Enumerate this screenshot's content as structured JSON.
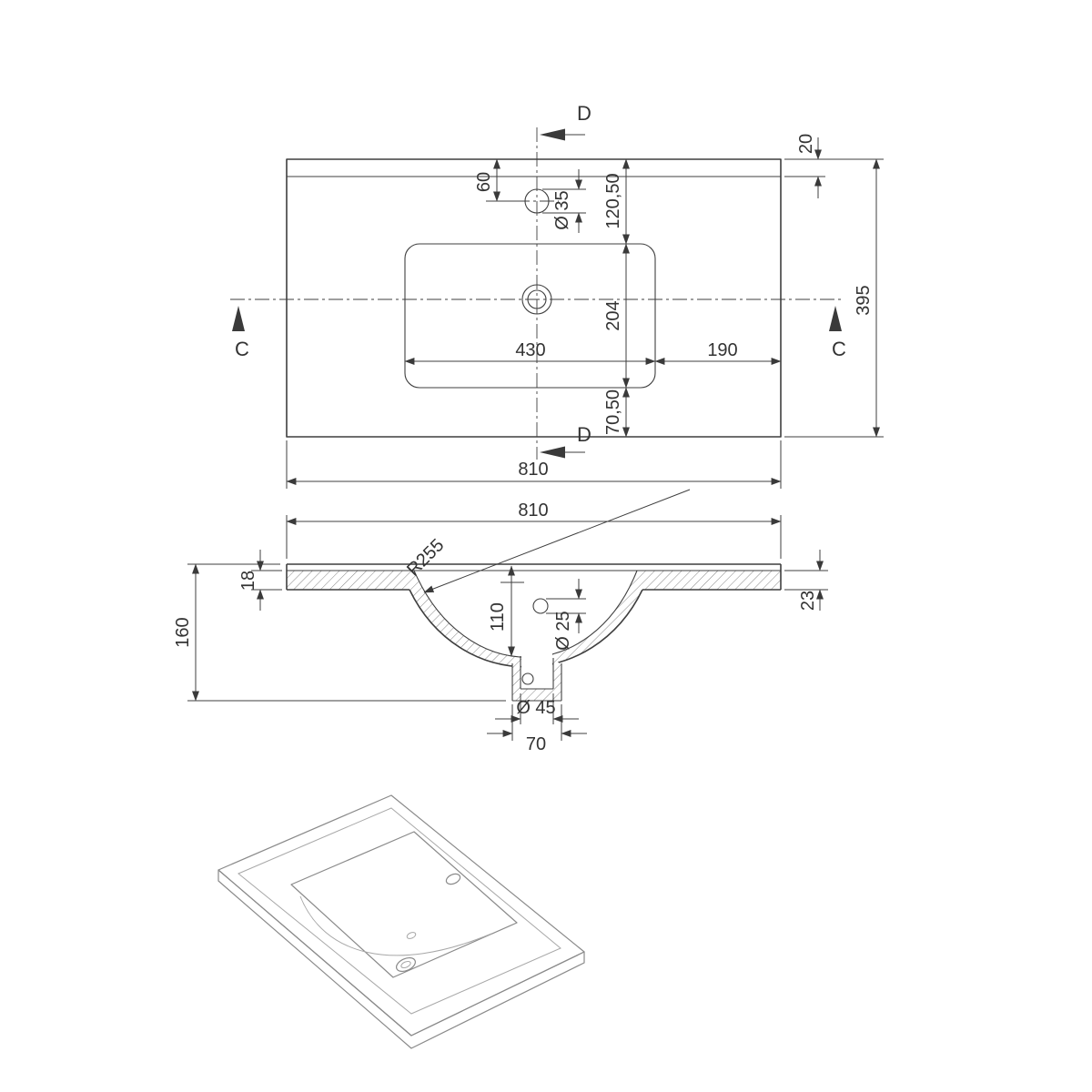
{
  "top_view": {
    "label_c": "C",
    "label_d": "D",
    "dim_overall_width": "810",
    "dim_overall_depth": "395",
    "dim_back_edge": "20",
    "dim_faucet_offset": "60",
    "dim_faucet_diameter": "Ø 35",
    "dim_back_to_basin": "120,50",
    "dim_basin_depth": "204",
    "dim_basin_width": "430",
    "dim_basin_to_edge": "190",
    "dim_basin_to_front": "70,50"
  },
  "section_view": {
    "dim_overall_width": "810",
    "dim_bowl_radius": "R255",
    "dim_top_thickness": "18",
    "dim_overall_height": "160",
    "dim_bowl_depth": "110",
    "dim_overflow_diameter": "Ø 25",
    "dim_edge_thickness": "23",
    "dim_drain_diameter": "Ø 45",
    "dim_drain_width": "70"
  }
}
